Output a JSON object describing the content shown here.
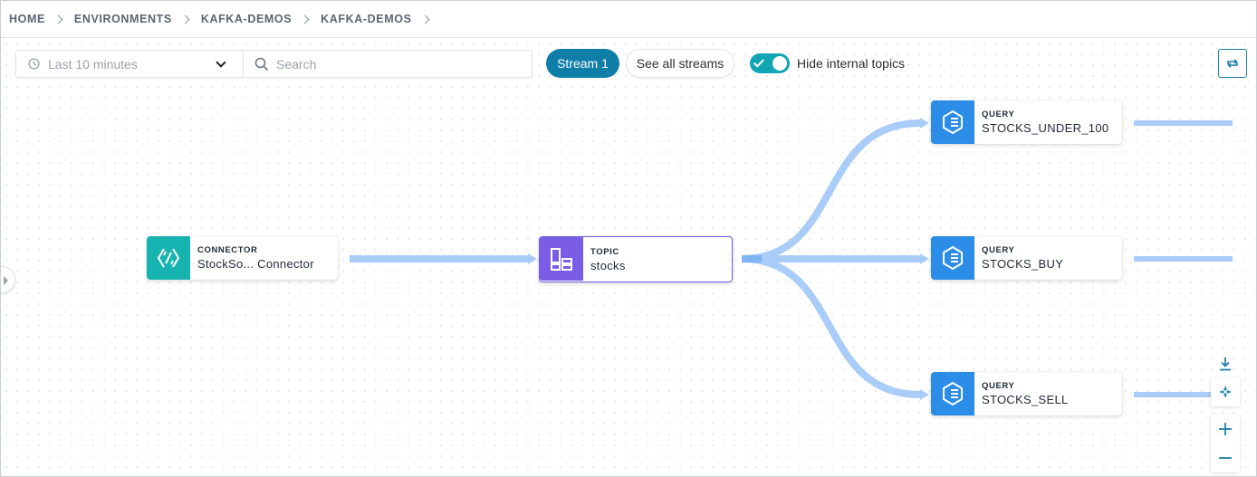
{
  "breadcrumb": [
    "HOME",
    "ENVIRONMENTS",
    "KAFKA-DEMOS",
    "KAFKA-DEMOS"
  ],
  "toolbar": {
    "time_range": "Last 10 minutes",
    "search_placeholder": "Search",
    "stream_button": "Stream 1",
    "see_all_button": "See all streams",
    "hide_internal_label": "Hide internal topics",
    "hide_internal_enabled": true
  },
  "nodes": {
    "connector": {
      "type": "CONNECTOR",
      "name": "StockSo... Connector",
      "color": "#17b3b0"
    },
    "topic": {
      "type": "TOPIC",
      "name": "stocks",
      "color": "#7b5ce6"
    },
    "queries": [
      {
        "type": "QUERY",
        "name": "STOCKS_UNDER_100",
        "color": "#2b8de8"
      },
      {
        "type": "QUERY",
        "name": "STOCKS_BUY",
        "color": "#2b8de8"
      },
      {
        "type": "QUERY",
        "name": "STOCKS_SELL",
        "color": "#2b8de8"
      }
    ]
  },
  "colors": {
    "edge": "#a9cdf8",
    "accent": "#0f7ea8",
    "toggle": "#12a5b3"
  },
  "icons": [
    "clock-icon",
    "chevron-down-icon",
    "search-icon",
    "check-icon",
    "refresh-icon",
    "connector-icon",
    "topic-icon",
    "query-icon",
    "download-icon",
    "fit-view-icon",
    "zoom-in-icon",
    "zoom-out-icon",
    "expand-panel-icon"
  ]
}
